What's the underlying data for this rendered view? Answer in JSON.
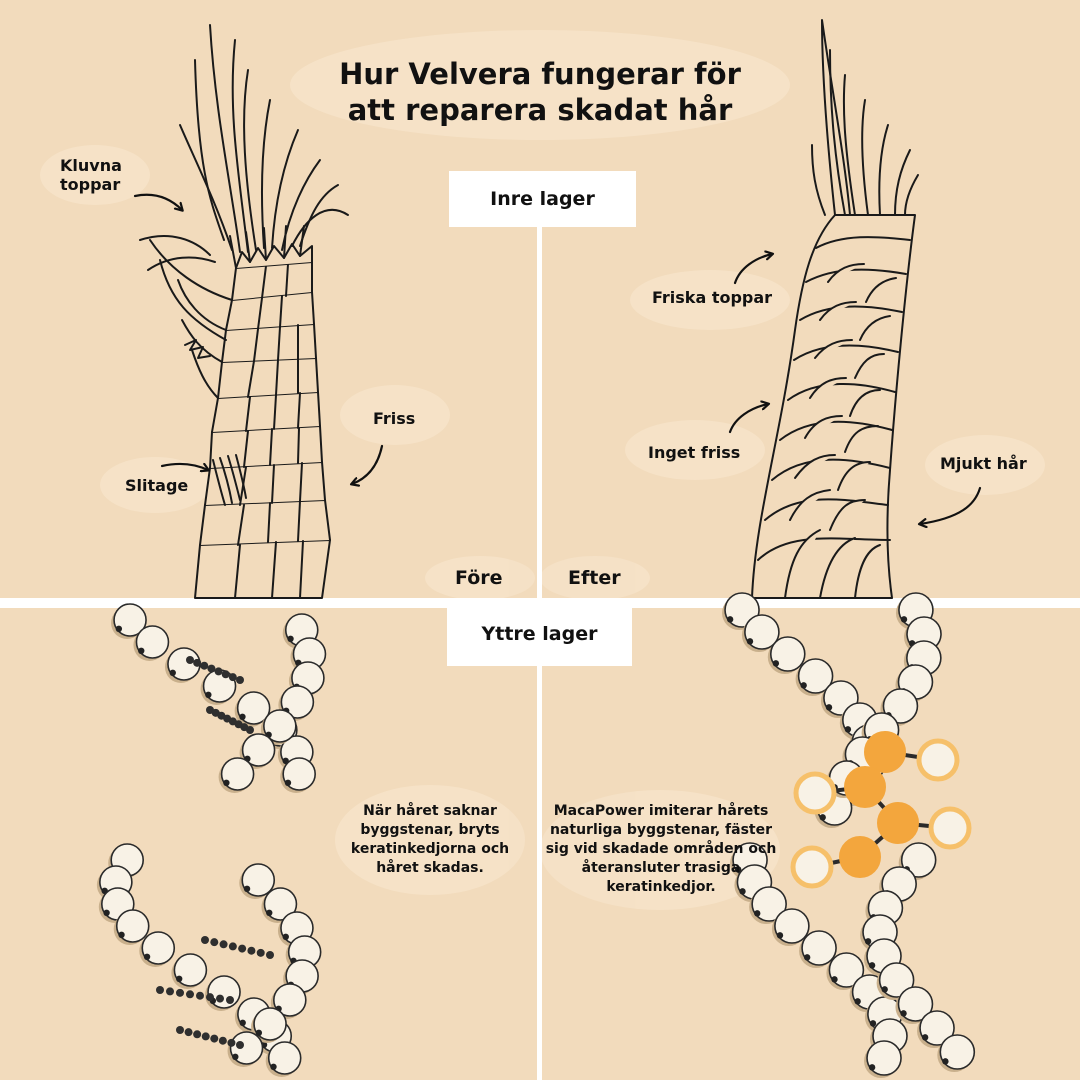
{
  "title": {
    "line1": "Hur Velvera fungerar för",
    "line2": "att reparera skadat hår"
  },
  "sections": {
    "inner": "Inre lager",
    "outer": "Yttre lager"
  },
  "before": {
    "label": "Före",
    "annotations": {
      "split_ends_line1": "Kluvna",
      "split_ends_line2": "toppar",
      "frizz": "Friss",
      "wear": "Slitage"
    },
    "description": {
      "line1": "När håret saknar",
      "line2": "byggstenar, bryts",
      "line3": "keratinkedjorna och",
      "line4": "håret skadas."
    }
  },
  "after": {
    "label": "Efter",
    "annotations": {
      "healthy_ends": "Friska toppar",
      "no_frizz": "Inget friss",
      "soft_hair": "Mjukt hår"
    },
    "description": {
      "line1": "MacaPower imiterar hårets",
      "line2": "naturliga byggstenar, fäster",
      "line3": "sig vid skadade områden och",
      "line4": "återansluter trasiga",
      "line5": "keratinkedjor."
    }
  },
  "colors": {
    "background": "#f2dbbc",
    "divider": "#ffffff",
    "bead": "#f8f2e6",
    "bead_outline": "#2a2a2a",
    "molecule": "#f3a63d",
    "molecule_ring": "#f6c06a"
  }
}
